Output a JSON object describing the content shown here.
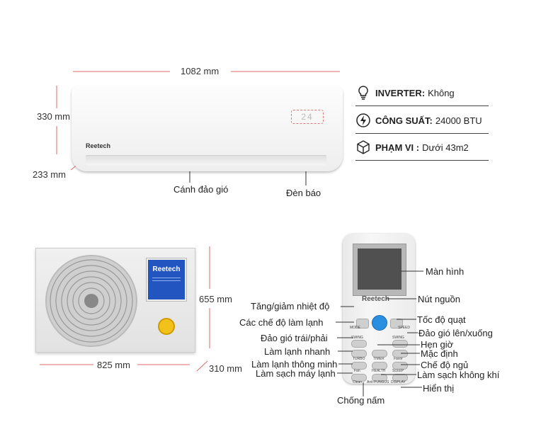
{
  "indoor": {
    "width_label": "1082 mm",
    "height_label": "330 mm",
    "depth_label": "233 mm",
    "brand": "Reetech",
    "display_digits": "24",
    "louver_label": "Cánh đảo gió",
    "indicator_label": "Đèn báo"
  },
  "specs": [
    {
      "icon": "lightbulb-icon",
      "key": "INVERTER:",
      "value": "Không"
    },
    {
      "icon": "lightning-icon",
      "key": "CÔNG SUẤT:",
      "value": "24000 BTU"
    },
    {
      "icon": "cube-icon",
      "key": "PHẠM VI :",
      "value": "Dưới 43m2"
    }
  ],
  "outdoor": {
    "brand": "Reetech",
    "width_label": "825 mm",
    "height_label": "655 mm",
    "depth_label": "310 mm"
  },
  "remote": {
    "brand": "Reetech",
    "button_texts": [
      "MODE",
      "SPEED",
      "SWING",
      "SWING",
      "TURBO",
      "TIMER",
      "Favor",
      "Fan",
      "HEALTH",
      "SLEEP",
      "Clean",
      "Anti-FUNGUS",
      "DISPLAY"
    ],
    "labels_left": [
      "Tăng/giảm nhiệt độ",
      "Các chế độ làm lạnh",
      "Đảo gió trái/phải",
      "Làm lạnh nhanh",
      "Làm lạnh thông minh",
      "Làm sạch máy lạnh"
    ],
    "labels_right": [
      "Màn hình",
      "Nút nguồn",
      "Tốc độ quạt",
      "Đảo gió lên/xuống",
      "Hẹn giờ",
      "Mặc định",
      "Chế độ ngủ",
      "Làm sạch không khí",
      "Hiển thị"
    ],
    "label_bottom": "Chống nấm"
  },
  "colors": {
    "dimension_line": "#e06a6a",
    "remote_power": "#2a8fe0",
    "outdoor_badge": "#2255c0"
  }
}
